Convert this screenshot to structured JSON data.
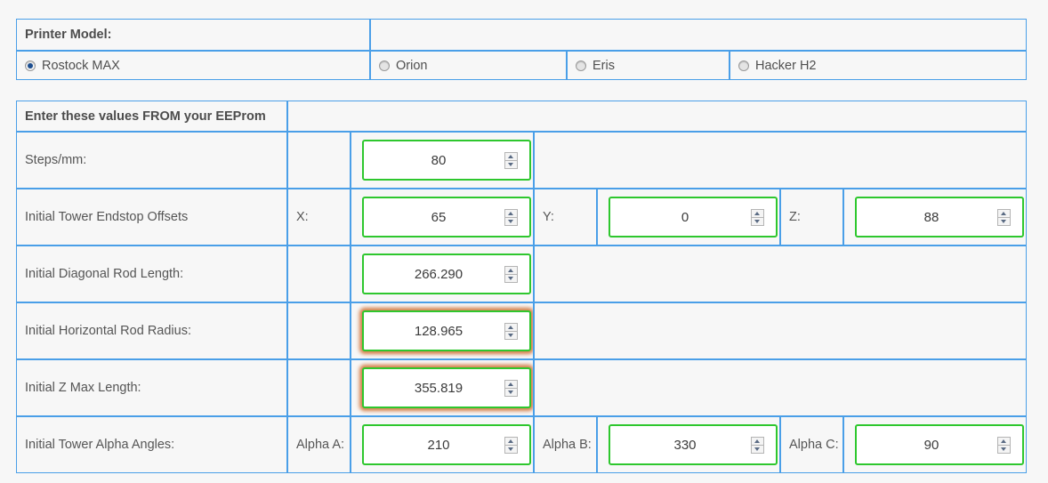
{
  "printer_model": {
    "header_label": "Printer Model:",
    "header_empty_cell": "",
    "options": [
      {
        "label": "Rostock MAX",
        "selected": true
      },
      {
        "label": "Orion",
        "selected": false
      },
      {
        "label": "Eris",
        "selected": false
      },
      {
        "label": "Hacker H2",
        "selected": false
      }
    ],
    "row_bg": "#76ee7c"
  },
  "eeprom": {
    "header_label": "Enter these values FROM your EEProm",
    "header_empty_cell": "",
    "rows": [
      {
        "label": "Steps/mm:",
        "axis1_label": "",
        "field1": {
          "value": "80",
          "focused": false
        },
        "axis2_label": "",
        "field2": null,
        "axis3_label": "",
        "field3": null
      },
      {
        "label": "Initial Tower Endstop Offsets",
        "axis1_label": "X:",
        "field1": {
          "value": "65",
          "focused": false
        },
        "axis2_label": "Y:",
        "field2": {
          "value": "0",
          "focused": false
        },
        "axis3_label": "Z:",
        "field3": {
          "value": "88",
          "focused": false
        }
      },
      {
        "label": "Initial Diagonal Rod Length:",
        "axis1_label": "",
        "field1": {
          "value": "266.290",
          "focused": false
        },
        "axis2_label": "",
        "field2": null,
        "axis3_label": "",
        "field3": null
      },
      {
        "label": "Initial Horizontal Rod Radius:",
        "axis1_label": "",
        "field1": {
          "value": "128.965",
          "focused": true
        },
        "axis2_label": "",
        "field2": null,
        "axis3_label": "",
        "field3": null
      },
      {
        "label": "Initial Z Max Length:",
        "axis1_label": "",
        "field1": {
          "value": "355.819",
          "focused": true
        },
        "axis2_label": "",
        "field2": null,
        "axis3_label": "",
        "field3": null
      },
      {
        "label": "Initial Tower Alpha Angles:",
        "axis1_label": "Alpha A:",
        "field1": {
          "value": "210",
          "focused": false
        },
        "axis2_label": "Alpha B:",
        "field2": {
          "value": "330",
          "focused": false
        },
        "axis3_label": "Alpha C:",
        "field3": {
          "value": "90",
          "focused": false
        }
      }
    ]
  },
  "colors": {
    "grid_border": "#4a9fe8",
    "input_border": "#2ec72e",
    "focus_glow": "#ce6928",
    "selected_row": "#76ee7c",
    "page_bg": "#f7f7f7",
    "text": "#555555"
  }
}
